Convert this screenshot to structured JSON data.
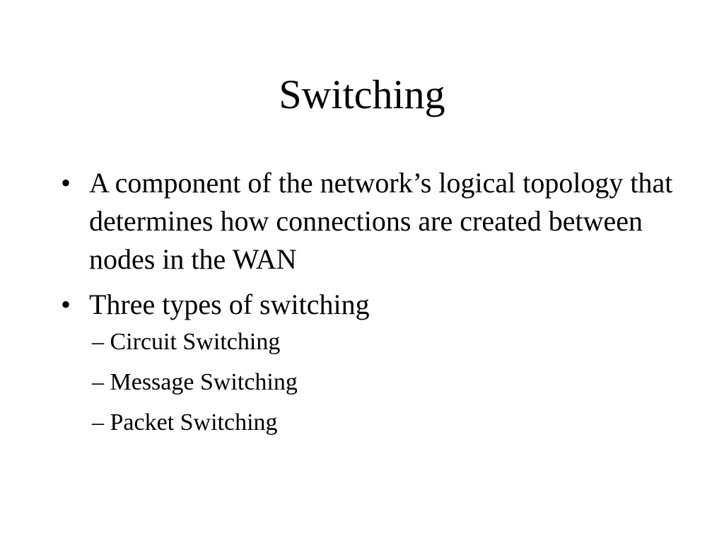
{
  "slide": {
    "title": "Switching",
    "bullets": [
      {
        "marker": "•",
        "text": "A component of the network’s logical topology that determines how connections are created between nodes in the WAN"
      },
      {
        "marker": "•",
        "text": "Three types of switching",
        "subitems": [
          "– Circuit Switching",
          "– Message Switching",
          "– Packet Switching"
        ]
      }
    ]
  }
}
